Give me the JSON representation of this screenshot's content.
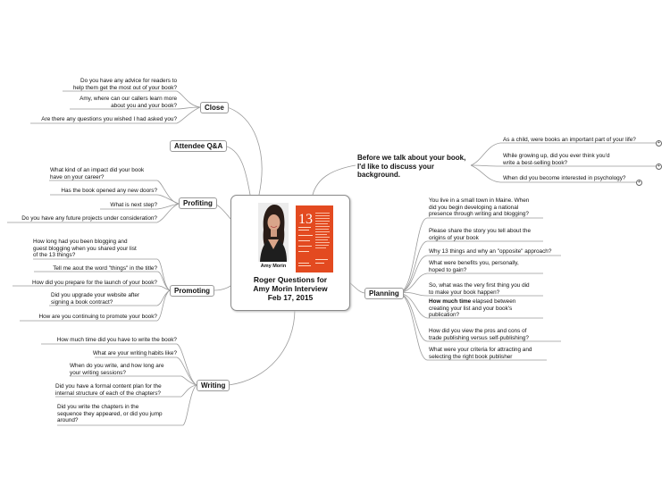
{
  "central": {
    "caption": "Amy Morin",
    "title": "Roger Questions for\nAmy Morin Interview\nFeb 17, 2015",
    "book_title": "13 Things Mentally Strong People Don't Do",
    "accent": "#e34a20"
  },
  "close": {
    "label": "Close",
    "items": [
      "Do you have any advice for readers to\nhelp them get the most out of your book?",
      "Amy, where can our callers learn more\nabout you and your book?",
      "Are there any questions you wished I had asked you?"
    ]
  },
  "attendee": {
    "label": "Attendee Q&A"
  },
  "profiting": {
    "label": "Profiting",
    "items": [
      "What kind of an impact did your book\nhave on your career?",
      "Has the book opened any new doors?",
      "What is next step?",
      "Do you have any future projects under consideration?"
    ]
  },
  "promoting": {
    "label": "Promoting",
    "items": [
      "How long had you been blogging and\nguest blogging when you shared your list\nof the 13 things?",
      "Tell me aout the word \"things\" in the title?",
      "How did you prepare for the launch of your book?",
      "Did you upgrade your website after\nsigning a book contract?",
      "How are you continuing to promote your book?"
    ]
  },
  "writing": {
    "label": "Writing",
    "items": [
      "How much time did you have to write the book?",
      "What are your writing habits like?",
      "When do you write, and how long are\nyour writing sessions?",
      "Did you have a formal content plan for the\ninternal structure of each of the chapters?",
      "Did you write the chapters in the\nsequence they appeared, or did you jump\naround?"
    ]
  },
  "before": {
    "label": "Before we talk about your book,\nI'd like to discuss your\nbackground.",
    "items": [
      "As a child, were books an important part of your life?",
      "While growing up, did you ever think you'd\nwrite a best-selling book?",
      "When did you become interested in psychology?"
    ]
  },
  "planning": {
    "label": "Planning",
    "items": [
      "You live in a small town in Maine. When\ndid you begin developing a national\npresence through writing and blogging?",
      "Please share the story you tell about the\norigins of your book",
      "Why 13 things and why an \"opposite\" approach?",
      "What were benefits you, personally,\nhoped to gain?",
      "So, what was the very first thing you did\nto make your book happen?",
      "How much time elapsed between\ncreating your list and your book's\npublication?",
      "How did you view the pros and cons of\ntrade publishing versus self-publishing?",
      "What were your criteria for attracting and\nselecting the right book publisher"
    ]
  }
}
